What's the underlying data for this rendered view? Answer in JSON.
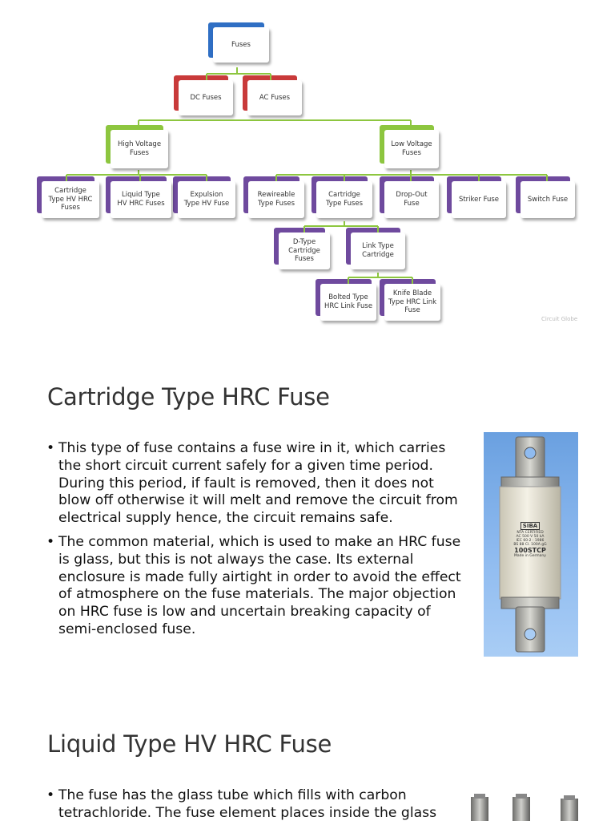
{
  "diagram": {
    "nodes": {
      "fuses": "Fuses",
      "dc": "DC Fuses",
      "ac": "AC Fuses",
      "high_voltage": "High Voltage\nFuses",
      "low_voltage": "Low Voltage\nFuses",
      "cartridge_hv": "Cartridge\nType HV HRC\nFuses",
      "liquid_hv": "Liquid Type\nHV HRC Fuses",
      "expulsion_hv": "Expulsion\nType HV Fuse",
      "rewireable": "Rewireable\nType Fuses",
      "cartridge_lv": "Cartridge\nType Fuses",
      "dropout": "Drop-Out\nFuse",
      "striker": "Striker Fuse",
      "switch": "Switch Fuse",
      "dtype": "D-Type\nCartridge\nFuses",
      "link": "Link Type\nCartridge",
      "bolted": "Bolted Type\nHRC Link Fuse",
      "knife": "Knife Blade\nType HRC Link\nFuse"
    },
    "credit": "Circuit Globe",
    "colors": {
      "root": "#2f6fc4",
      "level1": "#c93a3a",
      "level2": "#8dc63f",
      "leaf": "#6f4a9e",
      "connector": "#8dc63f"
    }
  },
  "sections": [
    {
      "title": "Cartridge Type HRC Fuse",
      "bullets": [
        "This type of fuse contains a fuse wire in it, which carries the short circuit current safely for a given time period. During this period, if fault is removed, then it does not blow off otherwise it will melt and remove the circuit from electrical supply hence, the circuit remains safe.",
        "The common material, which is used to make an HRC fuse is glass, but this is not always the case. Its external enclosure is made fully airtight in order to avoid the effect of atmosphere on the fuse materials. The major objection on HRC fuse is low and uncertain breaking capacity of semi-enclosed fuse."
      ],
      "photo_label": {
        "brand": "SIBA",
        "line1": "NTA CERTIFIED",
        "line2": "AC 500 V  50 kA",
        "line3": "IEC 60-2 : 1986",
        "line4": "BS 88 CI. 100A  gG",
        "model": "100STCP",
        "origin": "Made in Germany"
      }
    },
    {
      "title": "Liquid Type HV HRC Fuse",
      "bullets": [
        "The fuse has the glass tube which fills with carbon tetrachloride. The fuse element places inside the glass"
      ]
    }
  ]
}
